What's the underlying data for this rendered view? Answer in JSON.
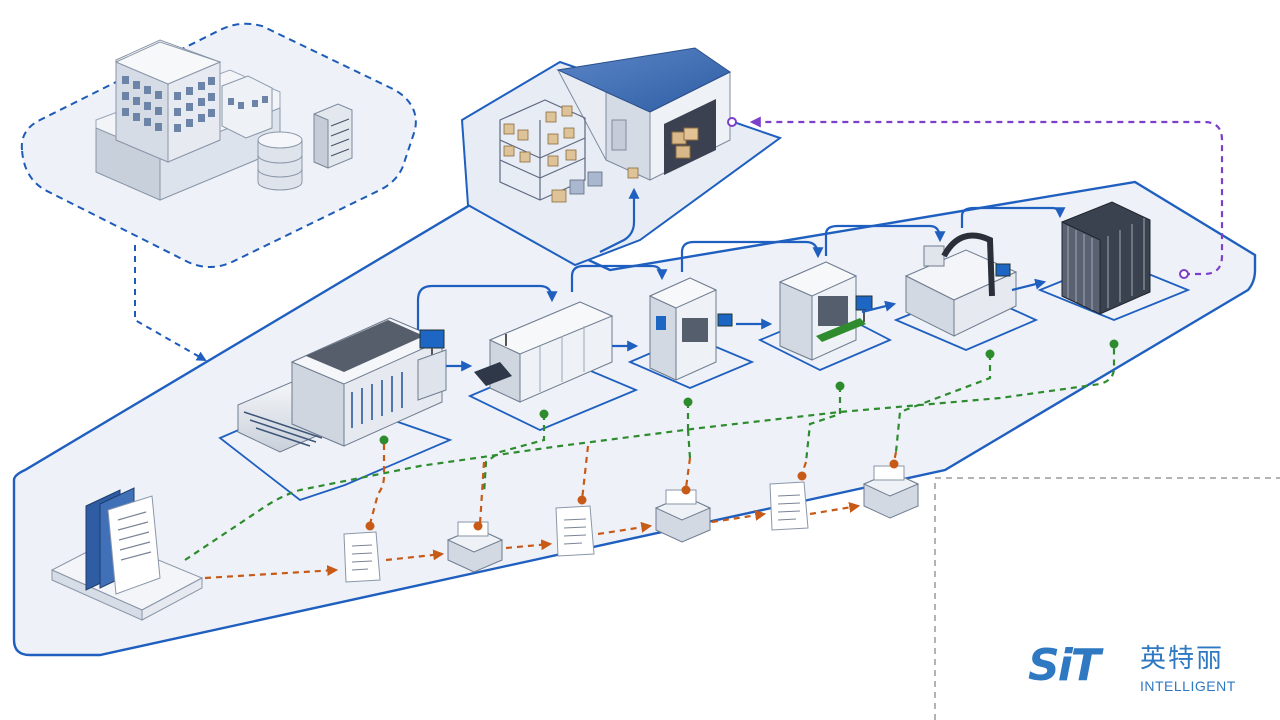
{
  "logo": {
    "mark": "SiT",
    "chinese_name": "英特丽",
    "english_name": "INTELLIGENT",
    "color": "#2f78c2"
  },
  "colors": {
    "material_flow": "#1f5fbf",
    "data_link": "#1e5bb8",
    "traceability_flow": "#2e8b2e",
    "record_flow": "#c85a17",
    "feedback_flow": "#7b3fc9",
    "boundary": "#1f5fbf",
    "zone_fill": "#eef2f8"
  },
  "nodes": [
    {
      "id": "office-building",
      "icon": "office-building-icon"
    },
    {
      "id": "database",
      "icon": "database-icon"
    },
    {
      "id": "server-rack",
      "icon": "server-rack-icon"
    },
    {
      "id": "warehouse",
      "icon": "warehouse-icon"
    },
    {
      "id": "pick-and-place-machine",
      "icon": "smt-placement-machine-icon"
    },
    {
      "id": "reflow-oven",
      "icon": "reflow-oven-icon"
    },
    {
      "id": "inspection-machine",
      "icon": "aoi-machine-icon"
    },
    {
      "id": "test-machine",
      "icon": "test-station-icon"
    },
    {
      "id": "robotic-workstation",
      "icon": "robot-arm-workstation-icon"
    },
    {
      "id": "storage-rack",
      "icon": "magazine-rack-icon"
    },
    {
      "id": "record-binder",
      "icon": "binder-documents-icon"
    },
    {
      "id": "record-document",
      "icon": "document-icon"
    },
    {
      "id": "record-box",
      "icon": "archive-box-icon"
    }
  ]
}
